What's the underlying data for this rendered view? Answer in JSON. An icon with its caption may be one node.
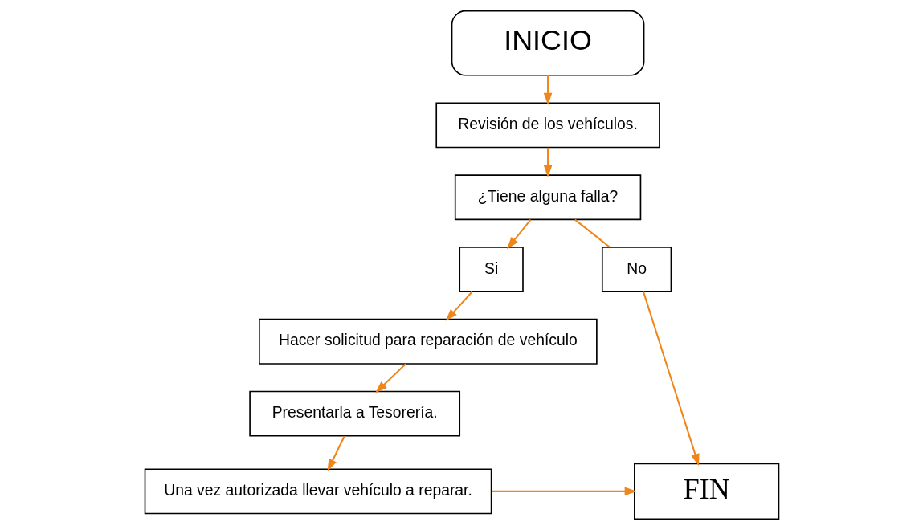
{
  "diagram": {
    "nodes": [
      {
        "text": [
          "INICIO"
        ]
      },
      {
        "text": [
          "Revisión de los vehículos."
        ]
      },
      {
        "text": [
          "¿Tiene alguna falla?"
        ]
      },
      {
        "text": [
          "No"
        ]
      },
      {
        "text": [
          "Si"
        ]
      },
      {
        "text": [
          "Hacer solicitud para reparación de vehículo"
        ]
      },
      {
        "text": [
          "Presentarla a Tesorería."
        ]
      },
      {
        "text": [
          "Una vez autorizada llevar vehículo a reparar."
        ]
      },
      {
        "text": [
          "FIN"
        ]
      }
    ],
    "edges": [
      {
        "from": 0,
        "to": 1,
        "arrow": "to"
      },
      {
        "from": 1,
        "to": 2,
        "arrow": "to"
      },
      {
        "from": 2,
        "to": 3,
        "arrow": "none"
      },
      {
        "from": 2,
        "to": 4,
        "arrow": "to"
      },
      {
        "from": 3,
        "to": 8,
        "arrow": "to"
      },
      {
        "from": 4,
        "to": 5,
        "arrow": "to"
      },
      {
        "from": 5,
        "to": 6,
        "arrow": "to"
      },
      {
        "from": 6,
        "to": 7,
        "arrow": "to"
      },
      {
        "from": 7,
        "to": 8,
        "arrow": "to"
      }
    ]
  }
}
